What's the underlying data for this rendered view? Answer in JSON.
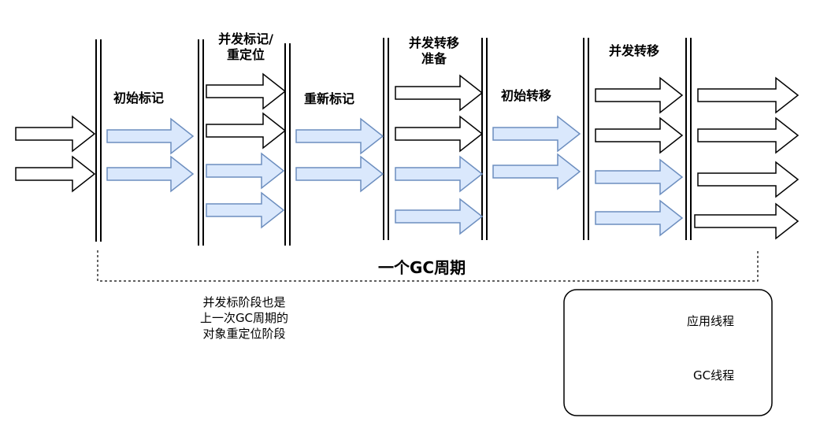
{
  "phases": [
    {
      "id": "initial-mark",
      "label_lines": [
        "初始标记"
      ]
    },
    {
      "id": "concurrent-mark",
      "label_lines": [
        "并发标记/",
        "重定位"
      ]
    },
    {
      "id": "remark",
      "label_lines": [
        "重新标记"
      ]
    },
    {
      "id": "prepare-relocation",
      "label_lines": [
        "并发转移",
        "准备"
      ]
    },
    {
      "id": "initial-relocation",
      "label_lines": [
        "初始转移"
      ]
    },
    {
      "id": "concurrent-relocation",
      "label_lines": [
        "并发转移"
      ]
    }
  ],
  "cycle_label": "一个GC周期",
  "note_lines": [
    "并发标阶段也是",
    "上一次GC周期的",
    "对象重定位阶段"
  ],
  "legend": {
    "app_thread": "应用线程",
    "gc_thread": "GC线程"
  },
  "colors": {
    "app_fill": "#ffffff",
    "gc_fill": "#dae8fc",
    "gc_stroke": "#6c8ebf",
    "line": "#000000"
  }
}
